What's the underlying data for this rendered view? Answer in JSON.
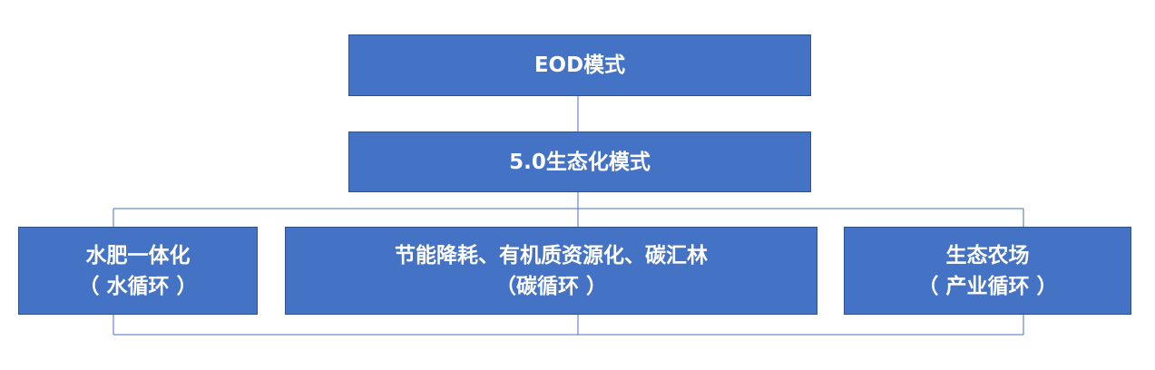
{
  "diagram": {
    "colors": {
      "node_fill": "#4472c4",
      "node_border": "#2f528f",
      "node_text": "#ffffff",
      "connector": "#4472c4"
    },
    "nodes": {
      "eod": {
        "line1": "EOD模式"
      },
      "eco50": {
        "line1": "5.0生态化模式"
      },
      "water": {
        "line1": "水肥一体化",
        "line2": "（ 水循环 ）"
      },
      "carbon": {
        "line1": "节能降耗、有机质资源化、碳汇林",
        "line2": "（碳循环 ）"
      },
      "farm": {
        "line1": "生态农场",
        "line2": "（ 产业循环 ）"
      }
    }
  }
}
